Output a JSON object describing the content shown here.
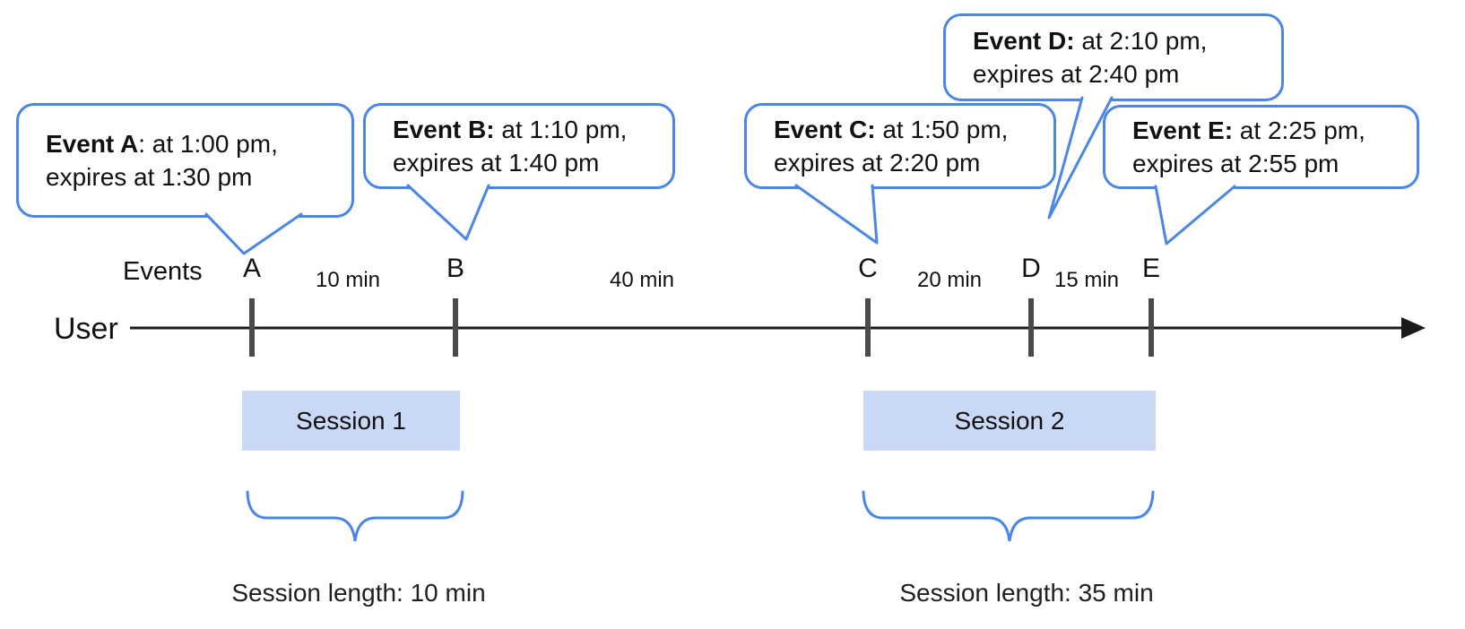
{
  "diagram": {
    "title_hint": "Event timeline with sessions",
    "axis": {
      "events_row_label": "Events",
      "user_lane_label": "User"
    },
    "events": [
      {
        "label": "A",
        "time": "1:00 pm",
        "expires": "1:30 pm",
        "callout_bold": "Event A",
        "callout_rest": ": at 1:00 pm,",
        "callout_line2": "expires at 1:30 pm"
      },
      {
        "label": "B",
        "time": "1:10 pm",
        "expires": "1:40 pm",
        "callout_bold": "Event B:",
        "callout_rest": " at 1:10 pm,",
        "callout_line2": "expires at 1:40 pm"
      },
      {
        "label": "C",
        "time": "1:50 pm",
        "expires": "2:20 pm",
        "callout_bold": "Event C:",
        "callout_rest": " at 1:50 pm,",
        "callout_line2": "expires at 2:20 pm"
      },
      {
        "label": "D",
        "time": "2:10 pm",
        "expires": "2:40 pm",
        "callout_bold": "Event D:",
        "callout_rest": " at 2:10 pm,",
        "callout_line2": "expires at 2:40 pm"
      },
      {
        "label": "E",
        "time": "2:25 pm",
        "expires": "2:55 pm",
        "callout_bold": "Event E:",
        "callout_rest": " at 2:25 pm,",
        "callout_line2": "expires at 2:55 pm"
      }
    ],
    "intervals": [
      {
        "label": "10 min"
      },
      {
        "label": "40 min"
      },
      {
        "label": "20 min"
      },
      {
        "label": "15 min"
      }
    ],
    "sessions": [
      {
        "label": "Session 1",
        "length_label": "Session length: 10 min"
      },
      {
        "label": "Session 2",
        "length_label": "Session length: 35 min"
      }
    ]
  },
  "colors": {
    "accent_blue": "#4a86e8",
    "session_fill": "#c9d9f5",
    "axis_black": "#1a1a1a",
    "tick_gray": "#4a4a4a",
    "text": "#111111"
  }
}
